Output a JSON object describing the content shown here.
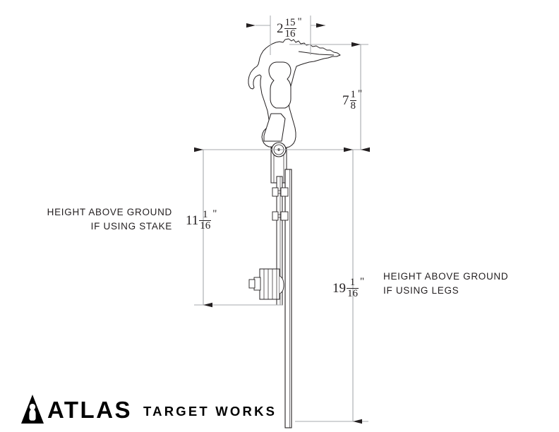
{
  "sheet": {
    "background": "#ffffff",
    "line_color": "#231f20",
    "dim_line_color": "#a7a9ac"
  },
  "dimensions": {
    "width_top": {
      "name": "target-width",
      "whole": "2",
      "numerator": "15",
      "denominator": "16",
      "unit": "\""
    },
    "height_target": {
      "name": "target-height",
      "whole": "7",
      "numerator": "1",
      "denominator": "8",
      "unit": "\""
    },
    "height_stake": {
      "name": "height-above-ground-stake",
      "whole": "11",
      "numerator": "1",
      "denominator": "16",
      "unit": "\""
    },
    "height_legs": {
      "name": "height-above-ground-legs",
      "whole": "19",
      "numerator": "1",
      "denominator": "16",
      "unit": "\""
    }
  },
  "notes": {
    "stake": {
      "line1": "HEIGHT ABOVE GROUND",
      "line2": "IF USING STAKE"
    },
    "legs": {
      "line1": "HEIGHT ABOVE GROUND",
      "line2": "IF USING LEGS"
    }
  },
  "logo": {
    "brand": "ATLAS",
    "tagline": "TARGET WORKS",
    "mark": "mountain-peak-icon"
  }
}
